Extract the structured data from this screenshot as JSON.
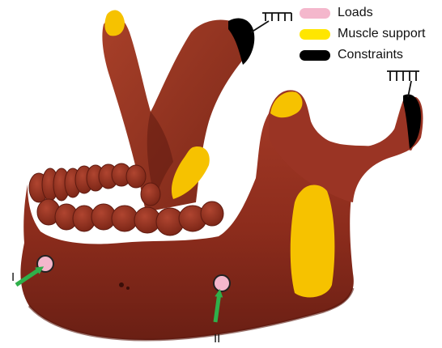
{
  "legend": {
    "items": [
      {
        "label": "Loads",
        "color": "#f4b7cc"
      },
      {
        "label": "Muscle support",
        "color": "#ffe600"
      },
      {
        "label": "Constraints",
        "color": "#000000"
      }
    ]
  },
  "load_points": [
    {
      "label": "I"
    },
    {
      "label": "II"
    }
  ],
  "colors": {
    "bone": "#8f2f1f",
    "bone_highlight": "#a53b27",
    "bone_shadow": "#5e1a10",
    "teeth": "#9a3524",
    "muscle": "#f6c200",
    "constraint": "#000000",
    "load": "#f4b7cc",
    "arrow": "#2fb04a"
  }
}
